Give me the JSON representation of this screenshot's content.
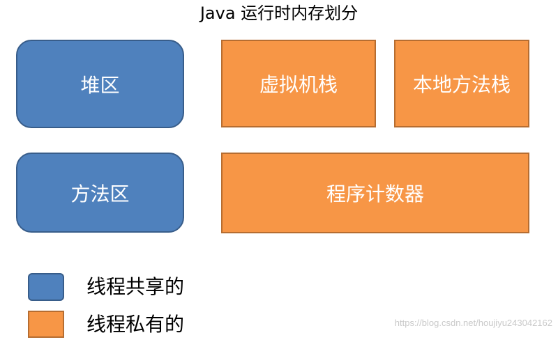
{
  "title": "Java 运行时内存划分",
  "areas": {
    "heap": "堆区",
    "method_area": "方法区",
    "vm_stack": "虚拟机栈",
    "native_method_stack": "本地方法栈",
    "program_counter": "程序计数器"
  },
  "legend": {
    "shared": "线程共享的",
    "private": "线程私有的"
  },
  "colors": {
    "shared": "#4f81bd",
    "shared_border": "#385d8a",
    "private": "#f79646",
    "private_border": "#b66d31"
  },
  "watermark": "https://blog.csdn.net/houjiyu243042162"
}
